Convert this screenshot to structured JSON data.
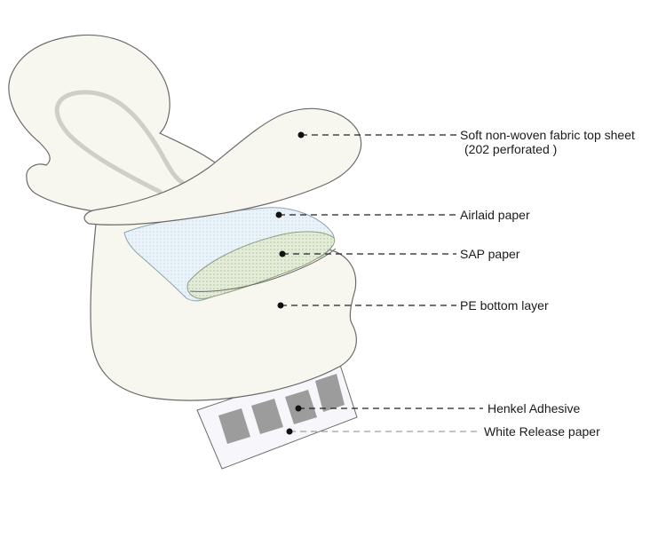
{
  "labels": {
    "top_sheet": "Soft non-woven fabric top sheet",
    "top_sheet_sub": "(202 perforated )",
    "airlaid": "Airlaid paper",
    "sap": "SAP  paper",
    "pe_bottom": "PE bottom layer",
    "adhesive": "Henkel Adhesive",
    "release": "White Release paper"
  },
  "colors": {
    "pad_fill": "#f8f7ef",
    "outline": "#6b6b6b",
    "airlaid_fill": "#eaf3f9",
    "sap_fill": "#e4ecd9",
    "adhesive_strip": "#9c9c9c",
    "release_fill": "#f7f7fb",
    "leader": "#222222"
  }
}
